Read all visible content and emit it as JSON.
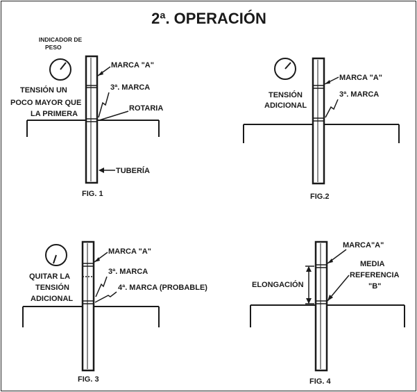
{
  "title": "2ª. OPERACIÓN",
  "figures": {
    "fig1": {
      "caption": "FIG. 1",
      "gauge_label_1": "INDICADOR DE",
      "gauge_label_2": "PESO",
      "tension_1": "TENSIÓN UN",
      "tension_2": "POCO MAYOR QUE",
      "tension_3": "LA PRIMERA",
      "mark_a": "MARCA \"A\"",
      "mark_3": "3ª. MARCA",
      "rotary": "ROTARIA",
      "pipe": "TUBERÍA"
    },
    "fig2": {
      "caption": "FIG.2",
      "tension_1": "TENSIÓN",
      "tension_2": "ADICIONAL",
      "mark_a": "MARCA \"A\"",
      "mark_3": "3ª. MARCA"
    },
    "fig3": {
      "caption": "FIG. 3",
      "remove_1": "QUITAR LA",
      "remove_2": "TENSIÓN",
      "remove_3": "ADICIONAL",
      "mark_a": "MARCA \"A\"",
      "mark_3": "3ª. MARCA",
      "mark_4": "4ª. MARCA (PROBABLE)"
    },
    "fig4": {
      "caption": "FIG. 4",
      "mark_a": "MARCA\"A\"",
      "elongation": "ELONGACIÓN",
      "ref_1": "MEDIA",
      "ref_2": "REFERENCIA",
      "ref_3": "\"B\""
    }
  }
}
